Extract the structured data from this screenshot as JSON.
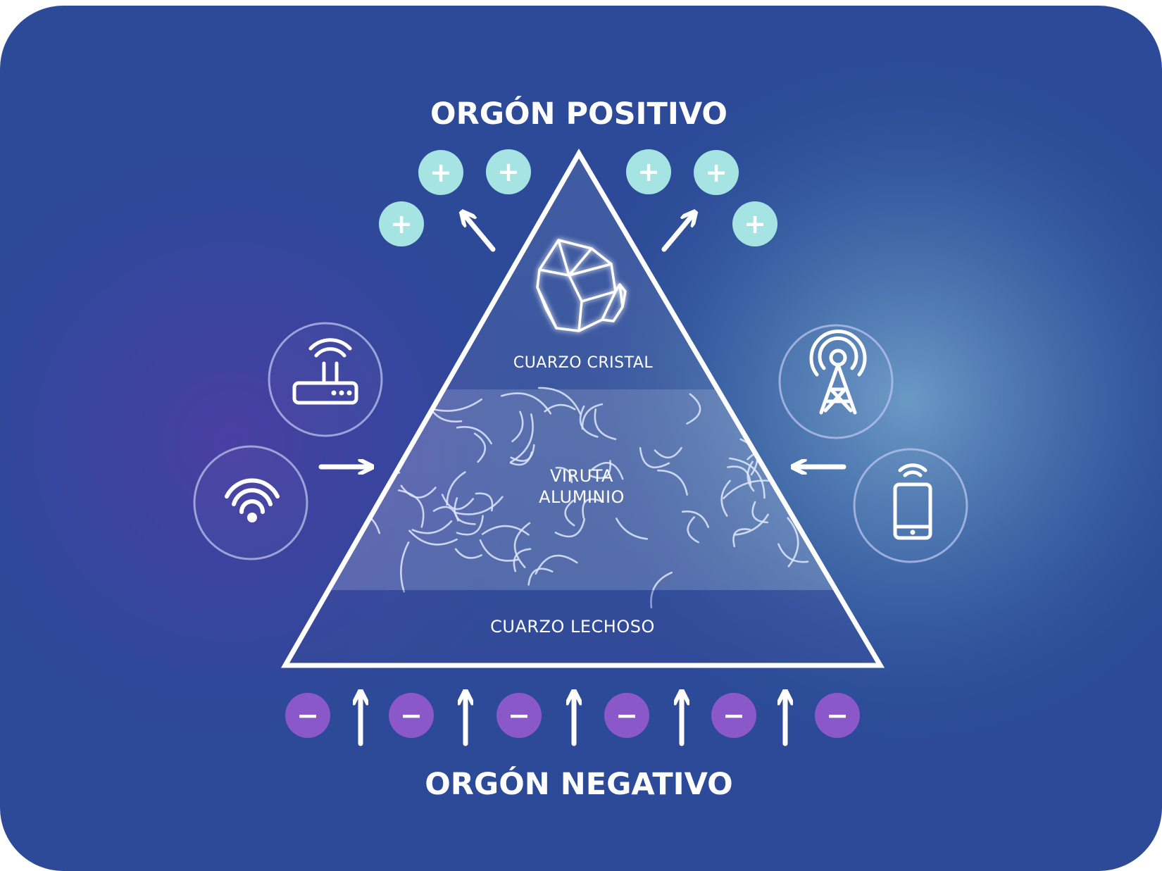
{
  "title_top": "ORGÓN POSITIVO",
  "title_bottom": "ORGÓN NEGATIVO",
  "layers": {
    "top": "CUARZO CRISTAL",
    "middle_line1": "VIRUTA",
    "middle_line2": "ALUMINIO",
    "bottom": "CUARZO LECHOSO"
  },
  "signs": {
    "positive": "+",
    "negative": "−"
  },
  "icons": {
    "left": [
      "wifi-router-icon",
      "wifi-icon"
    ],
    "right": [
      "antenna-tower-icon",
      "mobile-phone-icon"
    ],
    "crystal": "crystal-icon"
  },
  "colors": {
    "background": "#2c4a97",
    "positive_circle": "#a6e3e3",
    "negative_circle": "#8a58c9",
    "line": "#ffffff"
  }
}
